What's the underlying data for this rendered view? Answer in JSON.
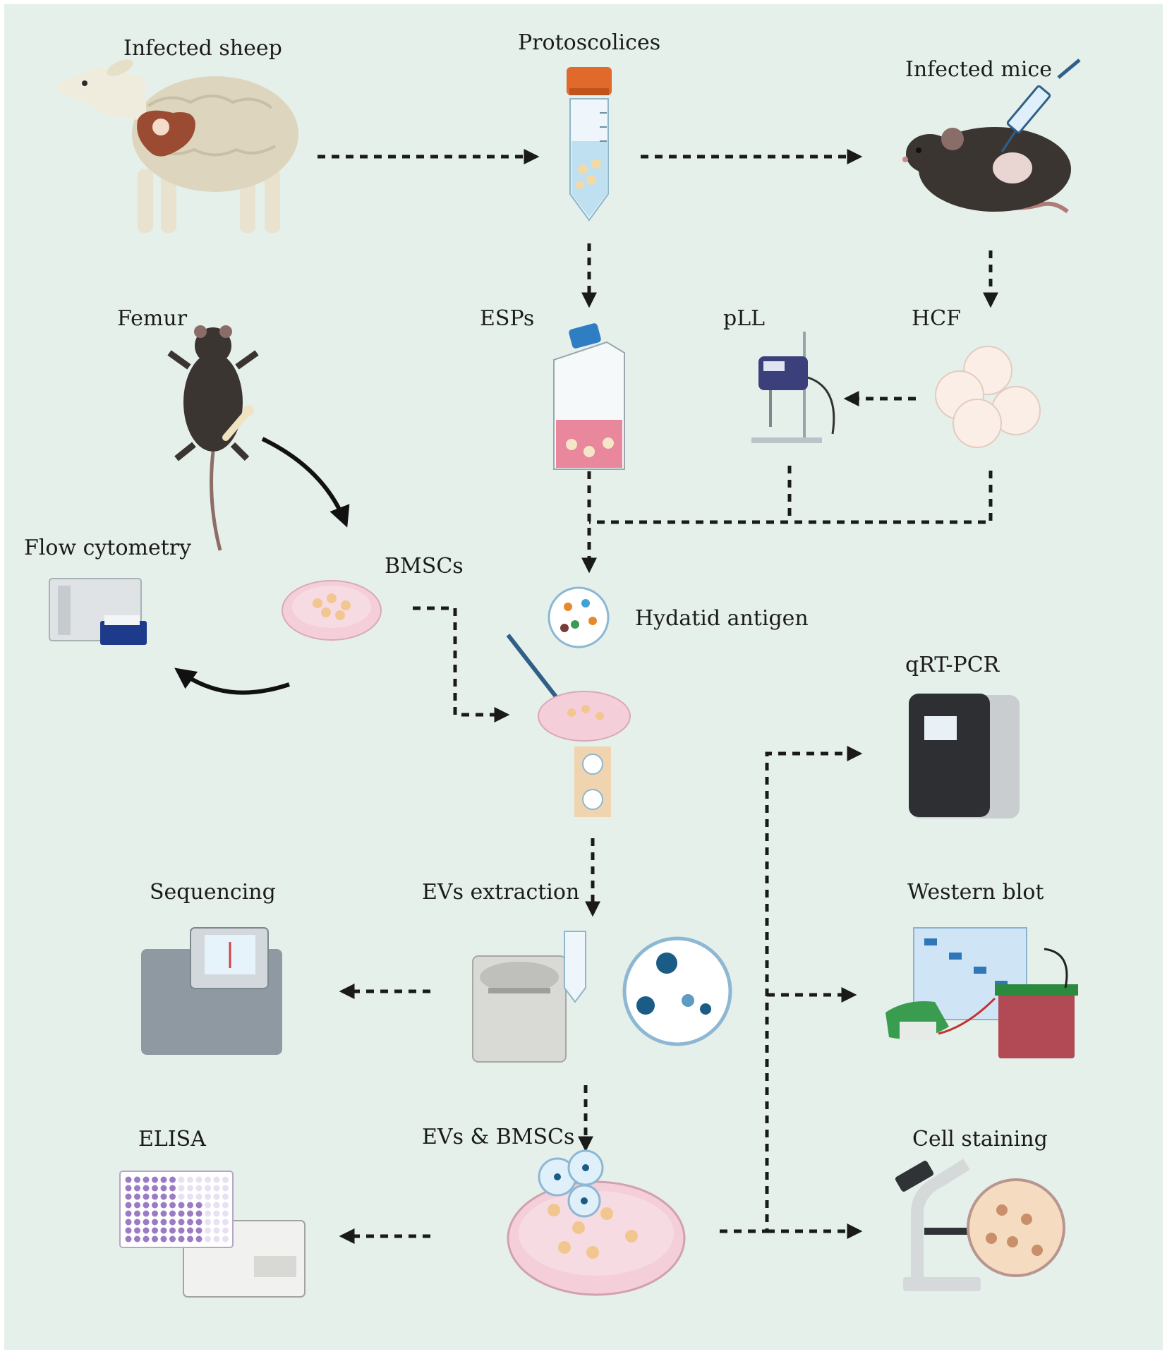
{
  "labels": {
    "infected_sheep": "Infected sheep",
    "protoscolices": "Protoscolices",
    "infected_mice": "Infected mice",
    "femur": "Femur",
    "esps": "ESPs",
    "pll": "pLL",
    "hcf": "HCF",
    "flow_cytometry": "Flow cytometry",
    "bmscs": "BMSCs",
    "hydatid_antigen": "Hydatid antigen",
    "qrt_pcr": "qRT-PCR",
    "sequencing": "Sequencing",
    "evs_extraction": "EVs extraction",
    "western_blot": "Western blot",
    "elisa": "ELISA",
    "evs_bmscs": "EVs & BMSCs",
    "cell_staining": "Cell staining"
  },
  "colors": {
    "background": "#e5f0eb",
    "arrow": "#1a1a1a",
    "tube_cap": "#e06a2c",
    "flask_cap": "#2f7ec4",
    "medium_pink": "#e9879d",
    "dish_pink": "#f4cfd9",
    "cell": "#f1c78f",
    "ev_blue": "#1b5c86",
    "mouse_body": "#3b3532"
  },
  "icons": [
    "sheep-icon",
    "centrifuge-tube-icon",
    "mouse-injection-icon",
    "mouse-femur-icon",
    "culture-flask-icon",
    "homogenizer-icon",
    "cysts-icon",
    "flow-cytometer-icon",
    "petri-dish-icon",
    "antigen-treatment-icon",
    "qpcr-machine-icon",
    "sequencer-icon",
    "ultracentrifuge-icon",
    "western-blot-icon",
    "elisa-plate-icon",
    "coculture-dish-icon",
    "microscope-icon"
  ]
}
